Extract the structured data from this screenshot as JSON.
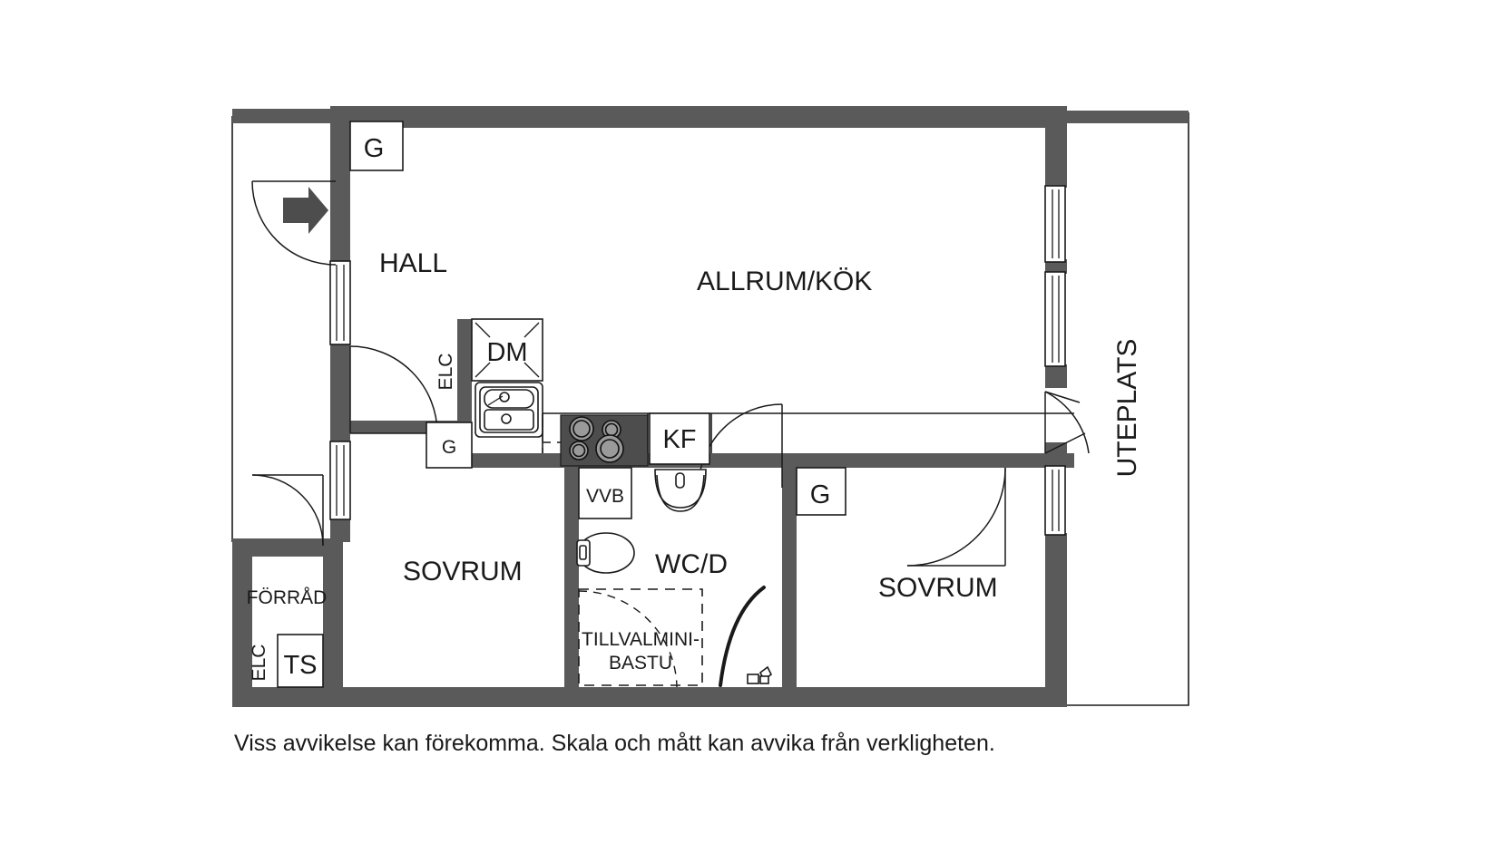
{
  "plan": {
    "caption": "Viss avvikelse kan förekomma. Skala och mått kan avvika från verkligheten.",
    "rooms": {
      "hall": "HALL",
      "allrum_kok": "ALLRUM/KÖK",
      "sovrum_left": "SOVRUM",
      "sovrum_right": "SOVRUM",
      "wc_d": "WC/D",
      "forrad": "FÖRRÅD",
      "uteplats": "UTEPLATS"
    },
    "fixtures": {
      "wardrobe_hall": "G",
      "wardrobe_kitchen": "G",
      "wardrobe_sovrum_right": "G",
      "dishwasher": "DM",
      "fridge": "KF",
      "water_heater": "VVB",
      "laundry": "TS",
      "elc_kitchen": "ELC",
      "elc_forrad": "ELC",
      "sauna_option_line1": "TILLVALMINI-",
      "sauna_option_line2": "BASTU"
    },
    "colors": {
      "wall": "#5a5a5a",
      "line": "#1a1a1a",
      "background": "#ffffff",
      "stove": "#4d4d4d",
      "burner": "#9a9a9a"
    }
  }
}
